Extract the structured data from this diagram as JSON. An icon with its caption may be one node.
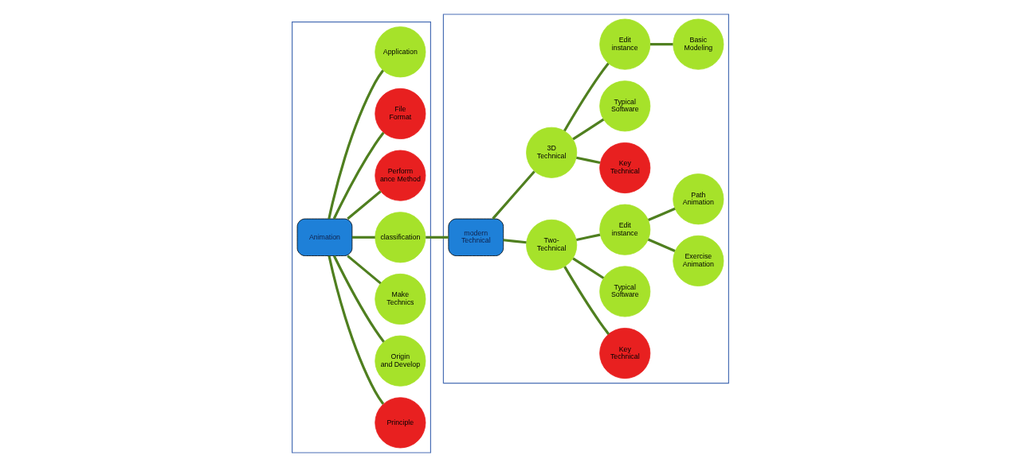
{
  "diagram": {
    "nodes": [
      {
        "text": [],
        "shape": "box"
      },
      {
        "text": [
          "Animation"
        ],
        "in": 0
      },
      {
        "text": [
          "Principle"
        ],
        "in": 0
      },
      {
        "text": [
          "Origin and Develop"
        ],
        "in": 0
      },
      {
        "text": [
          "Make Technics"
        ],
        "in": 0
      },
      {
        "text": [
          "classification"
        ],
        "in": 0
      },
      {
        "text": [
          "Perform ance Method"
        ],
        "in": 0
      },
      {
        "text": [
          "File Format"
        ],
        "in": 0
      },
      {
        "text": [
          "Application"
        ],
        "in": 0
      },
      {
        "text": [],
        "shape": "box"
      },
      {
        "text": [
          "modern Technical"
        ],
        "in": 9
      },
      {
        "text": [
          "Two- Technical"
        ],
        "in": 9
      },
      {
        "text": [
          "Key Technical"
        ],
        "in": 9
      },
      {
        "text": [
          "Typical Software"
        ],
        "in": 9
      },
      {
        "text": [
          "Edit instance"
        ],
        "in": 9
      },
      {
        "text": [
          "Exercise Animation"
        ],
        "in": 9
      },
      {
        "text": [
          "Path Animation"
        ],
        "in": 9
      },
      {
        "text": [
          "3D Technical"
        ],
        "in": 9
      },
      {
        "text": [
          "Key Technical"
        ],
        "in": 9
      },
      {
        "text": [
          "Typical Software"
        ],
        "in": 9
      },
      {
        "text": [
          "Edit instance"
        ],
        "in": 9
      },
      {
        "text": [
          "Basic Modeling"
        ],
        "in": 9
      }
    ],
    "edges": [
      {
        "from": 1,
        "to": 2,
        "arrow": "none"
      },
      {
        "from": 1,
        "to": 3,
        "arrow": "none"
      },
      {
        "from": 1,
        "to": 4,
        "arrow": "none"
      },
      {
        "from": 1,
        "to": 5,
        "arrow": "none"
      },
      {
        "from": 1,
        "to": 6,
        "arrow": "none"
      },
      {
        "from": 1,
        "to": 7,
        "arrow": "none"
      },
      {
        "from": 1,
        "to": 8,
        "arrow": "none"
      },
      {
        "from": 5,
        "to": 10,
        "arrow": "none"
      },
      {
        "from": 10,
        "to": 11,
        "arrow": "none"
      },
      {
        "from": 11,
        "to": 12,
        "arrow": "none"
      },
      {
        "from": 11,
        "to": 13,
        "arrow": "none"
      },
      {
        "from": 11,
        "to": 14,
        "arrow": "none"
      },
      {
        "from": 14,
        "to": 15,
        "arrow": "none"
      },
      {
        "from": 14,
        "to": 16,
        "arrow": "none"
      },
      {
        "from": 10,
        "to": 17,
        "arrow": "none"
      },
      {
        "from": 17,
        "to": 18,
        "arrow": "none"
      },
      {
        "from": 17,
        "to": 19,
        "arrow": "none"
      },
      {
        "from": 17,
        "to": 20,
        "arrow": "none"
      },
      {
        "from": 20,
        "to": 21,
        "arrow": "none"
      }
    ]
  }
}
